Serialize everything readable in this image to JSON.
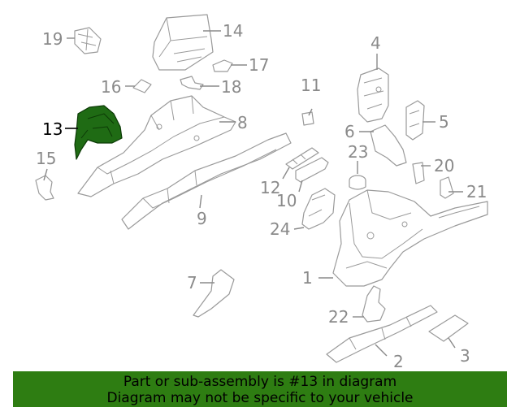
{
  "diagram": {
    "callouts": [
      "1",
      "2",
      "3",
      "4",
      "5",
      "6",
      "7",
      "8",
      "9",
      "10",
      "11",
      "12",
      "13",
      "14",
      "15",
      "16",
      "17",
      "18",
      "19",
      "20",
      "21",
      "22",
      "23",
      "24"
    ],
    "highlighted_callout": "13",
    "colors": {
      "highlight_part": "#1f6b14",
      "banner_bg": "#2e7d12",
      "part_stroke": "#9a9a9a",
      "label_text": "#8a8a8a"
    }
  },
  "banner": {
    "line1": "Part or sub-assembly is #13 in diagram",
    "line2": "Diagram may not be specific to your vehicle"
  }
}
